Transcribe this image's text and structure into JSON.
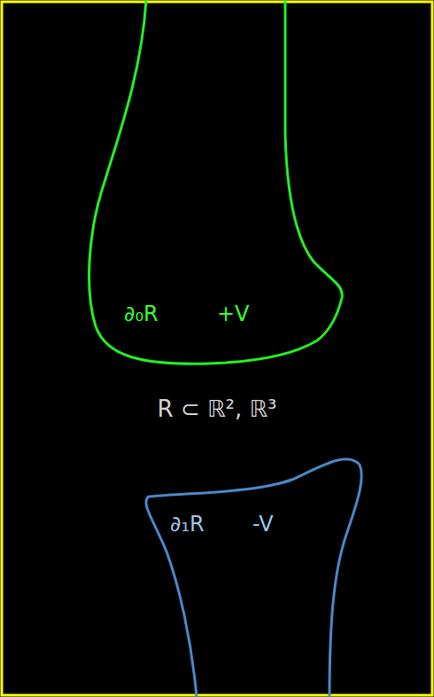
{
  "diagram": {
    "nodes": [
      {
        "text": [
          "∂₀R",
          "+V"
        ]
      },
      {
        "text": [
          "∂₁R",
          "-V"
        ]
      }
    ],
    "labels": [
      "R ⊂ ℝ², ℝ³"
    ]
  }
}
